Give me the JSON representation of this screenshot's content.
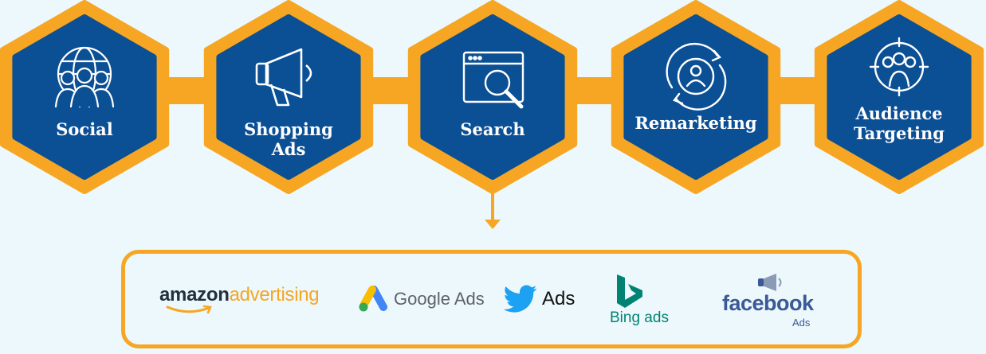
{
  "colors": {
    "hex_fill": "#0b4f94",
    "hex_border": "#f6a623",
    "background": "#ecf8fb"
  },
  "steps": [
    {
      "label": "Social",
      "icon": "globe-people-icon"
    },
    {
      "label": "Shopping\nAds",
      "icon": "megaphone-icon"
    },
    {
      "label": "Search",
      "icon": "browser-search-icon"
    },
    {
      "label": "Remarketing",
      "icon": "user-cycle-icon"
    },
    {
      "label": "Audience\nTargeting",
      "icon": "target-group-icon"
    }
  ],
  "platforms": {
    "amazon": {
      "part1": "amazon",
      "part2": "advertising",
      "icon": "amazon-smile-icon"
    },
    "google": {
      "label": "Google Ads",
      "icon": "google-ads-icon"
    },
    "twitter": {
      "label": "Ads",
      "icon": "twitter-bird-icon"
    },
    "bing": {
      "label": "Bing ads",
      "icon": "bing-icon"
    },
    "facebook": {
      "label": "facebook",
      "sublabel": "Ads",
      "icon": "megaphone-icon"
    }
  }
}
